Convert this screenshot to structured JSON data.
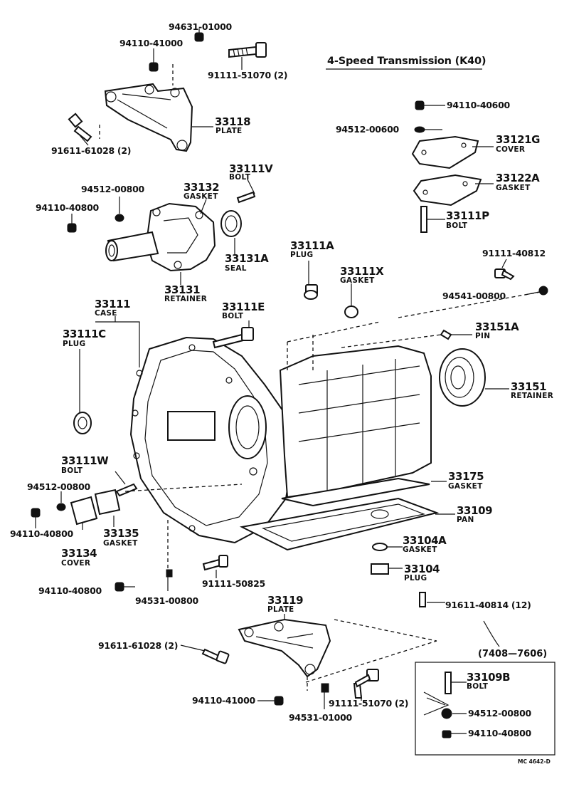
{
  "title": "4-Speed Transmission (K40)",
  "variant_range": "(7408—7606)",
  "drawing_code": "MC 4642-D",
  "callouts": [
    {
      "part_no": "94631-01000"
    },
    {
      "part_no": "94110-41000"
    },
    {
      "part_no": "91111-51070 (2)"
    },
    {
      "part_no": "33118",
      "name": "PLATE"
    },
    {
      "part_no": "91611-61028 (2)"
    },
    {
      "part_no": "94110-40600"
    },
    {
      "part_no": "94512-00600"
    },
    {
      "part_no": "33121G",
      "name": "COVER"
    },
    {
      "part_no": "33122A",
      "name": "GASKET"
    },
    {
      "part_no": "33111P",
      "name": "BOLT"
    },
    {
      "part_no": "33111V",
      "name": "BOLT"
    },
    {
      "part_no": "33132",
      "name": "GASKET"
    },
    {
      "part_no": "94512-00800"
    },
    {
      "part_no": "94110-40800"
    },
    {
      "part_no": "33131A",
      "name": "SEAL"
    },
    {
      "part_no": "33131",
      "name": "RETAINER"
    },
    {
      "part_no": "33111A",
      "name": "PLUG"
    },
    {
      "part_no": "33111X",
      "name": "GASKET"
    },
    {
      "part_no": "91111-40812"
    },
    {
      "part_no": "94541-00800"
    },
    {
      "part_no": "33111",
      "name": "CASE"
    },
    {
      "part_no": "33111E",
      "name": "BOLT"
    },
    {
      "part_no": "33111C",
      "name": "PLUG"
    },
    {
      "part_no": "33151A",
      "name": "PIN"
    },
    {
      "part_no": "33151",
      "name": "RETAINER"
    },
    {
      "part_no": "33111W",
      "name": "BOLT"
    },
    {
      "part_no": "94512-00800"
    },
    {
      "part_no": "94110-40800"
    },
    {
      "part_no": "33135",
      "name": "GASKET"
    },
    {
      "part_no": "33134",
      "name": "COVER"
    },
    {
      "part_no": "33175",
      "name": "GASKET"
    },
    {
      "part_no": "33109",
      "name": "PAN"
    },
    {
      "part_no": "33104A",
      "name": "GASKET"
    },
    {
      "part_no": "33104",
      "name": "PLUG"
    },
    {
      "part_no": "91111-50825"
    },
    {
      "part_no": "94110-40800"
    },
    {
      "part_no": "94531-00800"
    },
    {
      "part_no": "91611-40814 (12)"
    },
    {
      "part_no": "33119",
      "name": "PLATE"
    },
    {
      "part_no": "91611-61028 (2)"
    },
    {
      "part_no": "94110-41000"
    },
    {
      "part_no": "94531-01000"
    },
    {
      "part_no": "91111-51070 (2)"
    },
    {
      "part_no": "33109B",
      "name": "BOLT"
    },
    {
      "part_no": "94512-00800"
    },
    {
      "part_no": "94110-40800"
    }
  ]
}
